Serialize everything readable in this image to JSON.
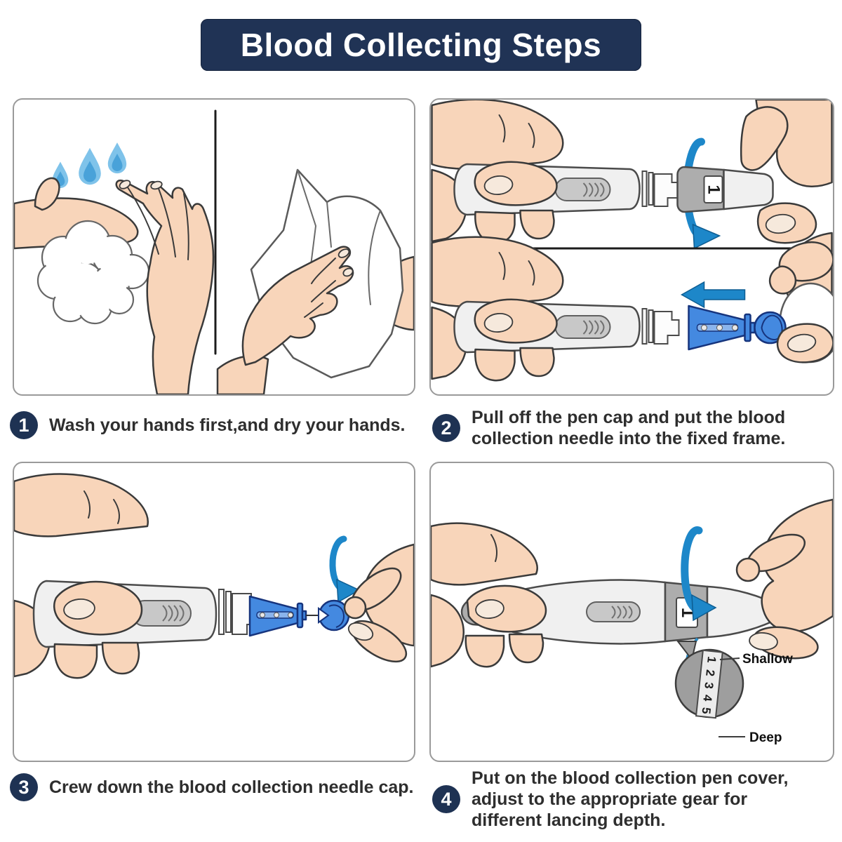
{
  "header": {
    "title": "Blood Collecting Steps",
    "bg_color": "#203355",
    "text_color": "#ffffff"
  },
  "steps": [
    {
      "number": "1",
      "lines": [
        "Wash your hands first,and dry your hands."
      ]
    },
    {
      "number": "2",
      "lines": [
        "Pull off the pen cap and put the blood",
        "collection needle into the fixed frame."
      ]
    },
    {
      "number": "3",
      "lines": [
        "Crew down the blood collection needle cap."
      ]
    },
    {
      "number": "4",
      "lines": [
        "Put on the blood collection pen cover,",
        "adjust to the appropriate gear for",
        "different lancing depth."
      ]
    }
  ],
  "panels": {
    "panel2": {
      "cap_dial_label": "1"
    },
    "panel4": {
      "dial_label": "1",
      "magnifier_digits": [
        "1",
        "2",
        "3",
        "4",
        "5"
      ],
      "shallow_label": "Shallow",
      "deep_label": "Deep"
    }
  },
  "colors": {
    "navy": "#203355",
    "arrow_blue": "#1d87c9",
    "lancet_blue": "#4489e0",
    "skin": "#f8d5ba",
    "panel_border": "#9a9a9a"
  }
}
